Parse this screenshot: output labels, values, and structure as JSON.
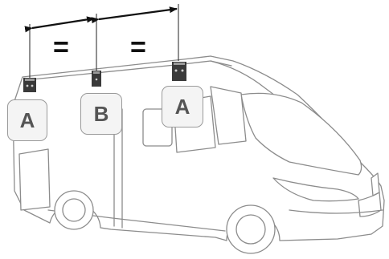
{
  "diagram": {
    "labels": {
      "left": "A",
      "middle": "B",
      "right": "A"
    },
    "spacing_marks": {
      "first": "=",
      "second": "="
    },
    "colors": {
      "outline": "#8c8c8c",
      "vehicle_fill": "#ffffff",
      "bracket": "#3a3a3a",
      "arrow": "#111111",
      "label_box_fill": "#f4f4f4",
      "label_text": "#555555"
    }
  }
}
